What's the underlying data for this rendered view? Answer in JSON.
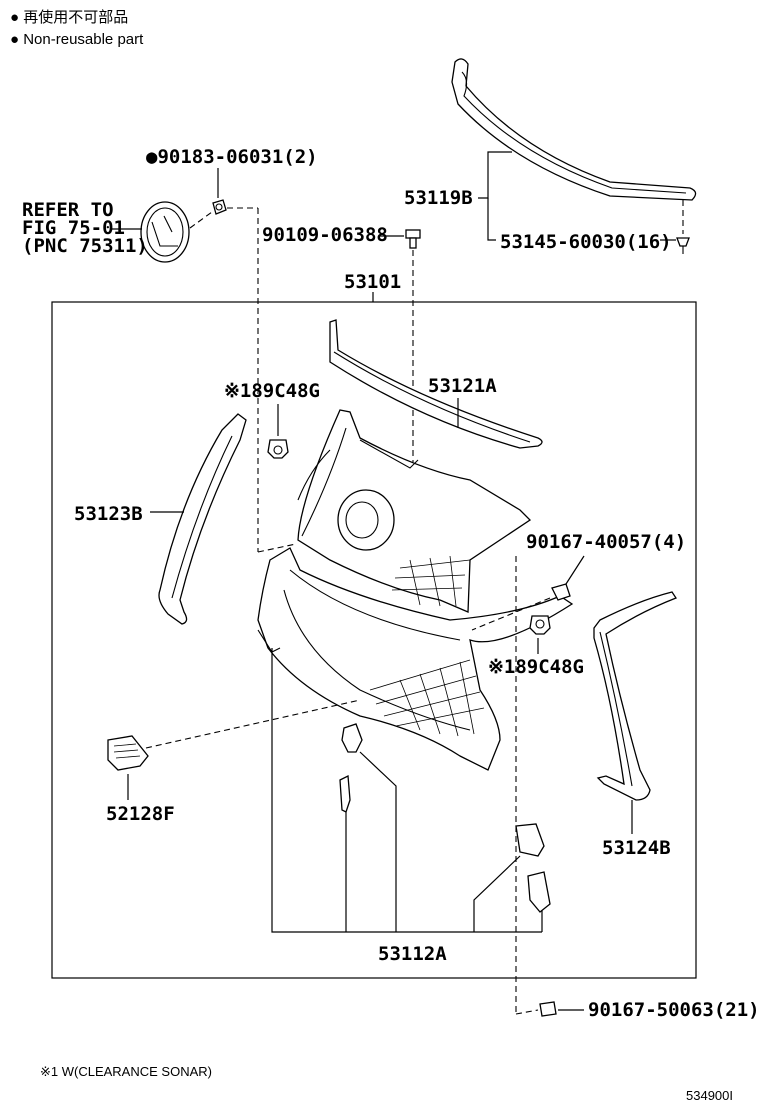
{
  "legend": {
    "line1": "● 再使用不可部品",
    "line2": "● Non-reusable part"
  },
  "refer": {
    "line1": "REFER TO",
    "line2": "FIG 75-01",
    "line3": "(PNC 75311)"
  },
  "labels": {
    "p90183": "●90183-06031(2)",
    "p53119B": "53119B",
    "p90109": "90109-06388",
    "p53145": "53145-60030(16)",
    "p53101": "53101",
    "p89C48G_top": "※189C48G",
    "p53121A": "53121A",
    "p53123B": "53123B",
    "p90167_40057": "90167-40057(4)",
    "p89C48G_right": "※189C48G",
    "p52128F": "52128F",
    "p53124B": "53124B",
    "p53112A": "53112A",
    "p90167_50063": "90167-50063(21)"
  },
  "footnote": "※1 W(CLEARANCE SONAR)",
  "code": "534900I"
}
